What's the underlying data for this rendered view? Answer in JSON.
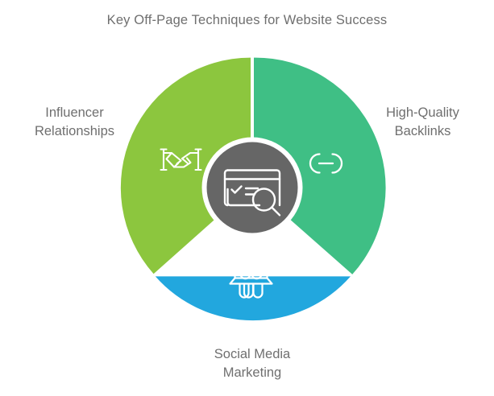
{
  "header": {
    "title": "Key Off-Page Techniques for Website Success"
  },
  "center": {
    "icon": "website-audit-icon",
    "color": "#666666"
  },
  "wheel": {
    "type": "three-segment-donut",
    "background": "#ffffff",
    "segments": [
      {
        "id": "influencer",
        "label": "Influencer\nRelationships",
        "color": "#8CC63E",
        "icon": "handshake-icon",
        "start_angle_deg": 240,
        "end_angle_deg": 360,
        "label_position": "left"
      },
      {
        "id": "backlinks",
        "label": "High-Quality\nBacklinks",
        "color": "#3FBF85",
        "icon": "chain-link-icon",
        "start_angle_deg": 0,
        "end_angle_deg": 120,
        "label_position": "right"
      },
      {
        "id": "social",
        "label": "Social Media\nMarketing",
        "color": "#22A7DE",
        "icon": "social-mascot-icon",
        "start_angle_deg": 120,
        "end_angle_deg": 240,
        "label_position": "bottom"
      }
    ]
  }
}
